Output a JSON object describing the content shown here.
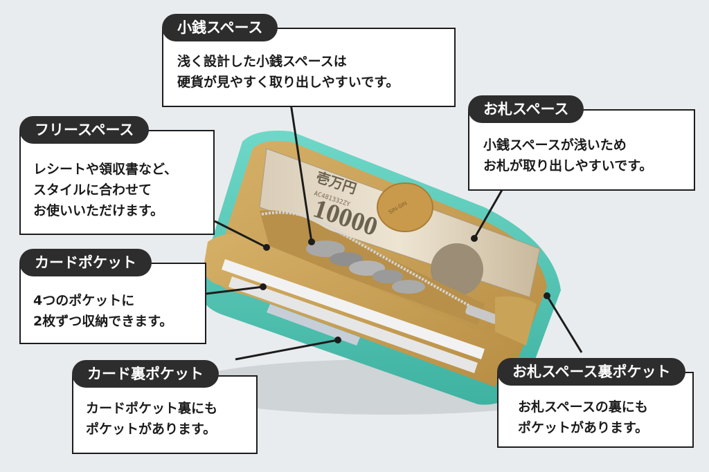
{
  "callouts": [
    {
      "id": "coin-space",
      "tag": "小銭スペース",
      "text": [
        "浅く設計した小銭スペースは",
        "硬貨が見やすく取り出しやすいです。"
      ]
    },
    {
      "id": "bill-space",
      "tag": "お札スペース",
      "text": [
        "小銭スペースが浅いため",
        "お札が取り出しやすいです。"
      ]
    },
    {
      "id": "free-space",
      "tag": "フリースペース",
      "text": [
        "レシートや領収書など、",
        "スタイルに合わせて",
        "お使いいただけます。"
      ]
    },
    {
      "id": "card-pocket",
      "tag": "カードポケット",
      "text": [
        "4つのポケットに",
        "2枚ずつ収納できます。"
      ]
    },
    {
      "id": "card-back-pocket",
      "tag": "カード裏ポケット",
      "text": [
        "カードポケット裏にも",
        "ポケットがあります。"
      ]
    },
    {
      "id": "bill-back-pocket",
      "tag": "お札スペース裏ポケット",
      "text": [
        "お札スペースの裏にも",
        "ポケットがあります。"
      ]
    }
  ],
  "photo": {
    "banknote_text": "10000",
    "banknote_header": "壱万円",
    "banknote_serial": "AC481332ZY",
    "snap_logo": "SIN-SIN",
    "colors": {
      "wallet_teal": "#4fc7b5",
      "lining_tan": "#c9a458",
      "background": "#e9ecee"
    }
  }
}
